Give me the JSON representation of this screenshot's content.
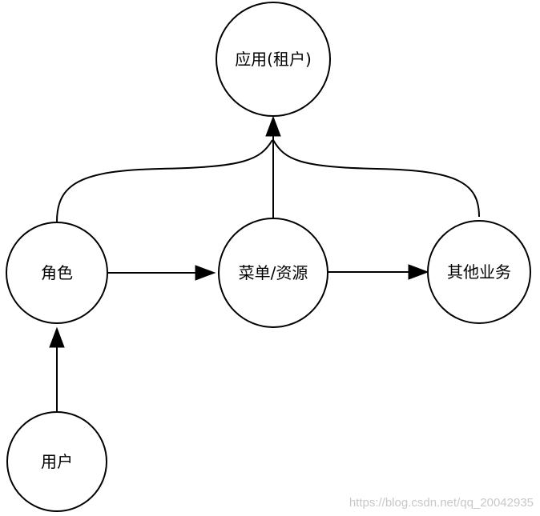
{
  "diagram": {
    "nodes": {
      "tenant": "应用(租户)",
      "role": "角色",
      "menu": "菜单/资源",
      "other": "其他业务",
      "user": "用户"
    },
    "edges": [
      {
        "from": "role",
        "to": "tenant"
      },
      {
        "from": "menu",
        "to": "tenant"
      },
      {
        "from": "other",
        "to": "tenant"
      },
      {
        "from": "role",
        "to": "menu"
      },
      {
        "from": "menu",
        "to": "other"
      },
      {
        "from": "user",
        "to": "role"
      }
    ]
  },
  "watermark": "https://blog.csdn.net/qq_20042935"
}
